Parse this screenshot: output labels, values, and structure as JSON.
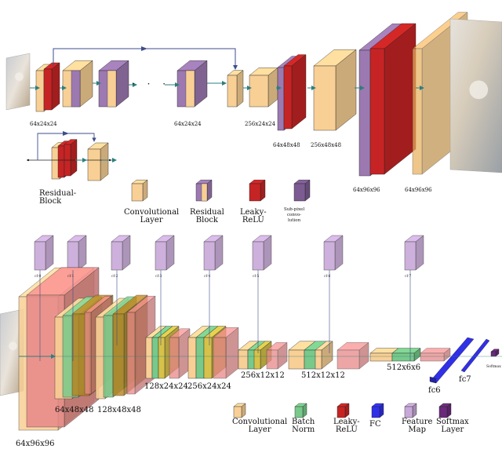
{
  "colors": {
    "conv": "#F8CF95",
    "conv_dark": "#E8AE5A",
    "residual": "#9C79B0",
    "leaky": "#C62424",
    "subpixel": "#7C5A92",
    "batchnorm": "#78C98A",
    "fc": "#3030E8",
    "feature_map": "#C8A8D8",
    "softmax": "#6A2A7A",
    "red_fm": "#E88888",
    "arrow": "#3E4E8C",
    "teal_arrow": "#2F7E7E"
  },
  "generator": {
    "dims": [
      "64x24x24",
      "64x24x24",
      "256x24x24",
      "64x48x48",
      "256x48x48",
      "64x96x96",
      "64x96x96"
    ],
    "ellipsis": "· · ·",
    "residual_block_label": "Residual-\nBlock"
  },
  "legend_top": [
    {
      "label": "Convolutional\nLayer",
      "icon": "conv-cube"
    },
    {
      "label": "Residual\nBlock",
      "icon": "residual-cube"
    },
    {
      "label": "Leaky-\nReLU",
      "icon": "leaky-cube"
    },
    {
      "label": "Sub-pixel\nconvo-\nlution",
      "icon": "subpixel-cube"
    }
  ],
  "discriminator": {
    "dims": [
      "64x96x96",
      "64x48x48",
      "128x48x48",
      "128x24x24",
      "256x24x24",
      "256x12x12",
      "512x12x12",
      "512x6x6"
    ],
    "feature_maps": [
      "cf-0",
      "cf-1",
      "cf-2",
      "cf-3",
      "cf-4",
      "cf-5",
      "cf-6",
      "cf-7"
    ],
    "fc": [
      "fc6",
      "fc7"
    ],
    "softmax": "Softmax"
  },
  "legend_bottom": [
    {
      "label": "Convolutional\nLayer",
      "icon": "conv-cube"
    },
    {
      "label": "Batch\nNorm",
      "icon": "batchnorm-cube"
    },
    {
      "label": "Leaky-\nReLU",
      "icon": "leaky-cube"
    },
    {
      "label": "FC",
      "icon": "fc-cube"
    },
    {
      "label": "Feature\nMap",
      "icon": "feature-map-cube"
    },
    {
      "label": "Softmax\nLayer",
      "icon": "softmax-cube"
    }
  ]
}
